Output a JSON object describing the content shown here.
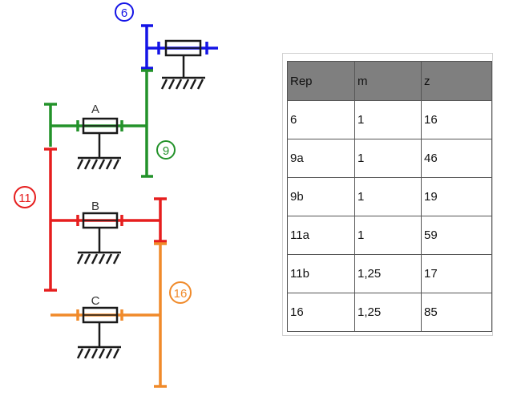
{
  "diagram": {
    "gear_labels": [
      "6",
      "9",
      "11",
      "16"
    ],
    "shaft_labels": [
      "A",
      "B",
      "C"
    ],
    "colors": {
      "gear_6": "#1414e6",
      "gear_9": "#23922a",
      "gear_11": "#e61e1e",
      "gear_16": "#f08a2a",
      "structure": "#1a1a1a"
    }
  },
  "table": {
    "headers": [
      "Rep",
      "m",
      "z"
    ],
    "rows": [
      [
        "6",
        "1",
        "16"
      ],
      [
        "9a",
        "1",
        "46"
      ],
      [
        "9b",
        "1",
        "19"
      ],
      [
        "11a",
        "1",
        "59"
      ],
      [
        "11b",
        "1,25",
        "17"
      ],
      [
        "16",
        "1,25",
        "85"
      ]
    ]
  }
}
